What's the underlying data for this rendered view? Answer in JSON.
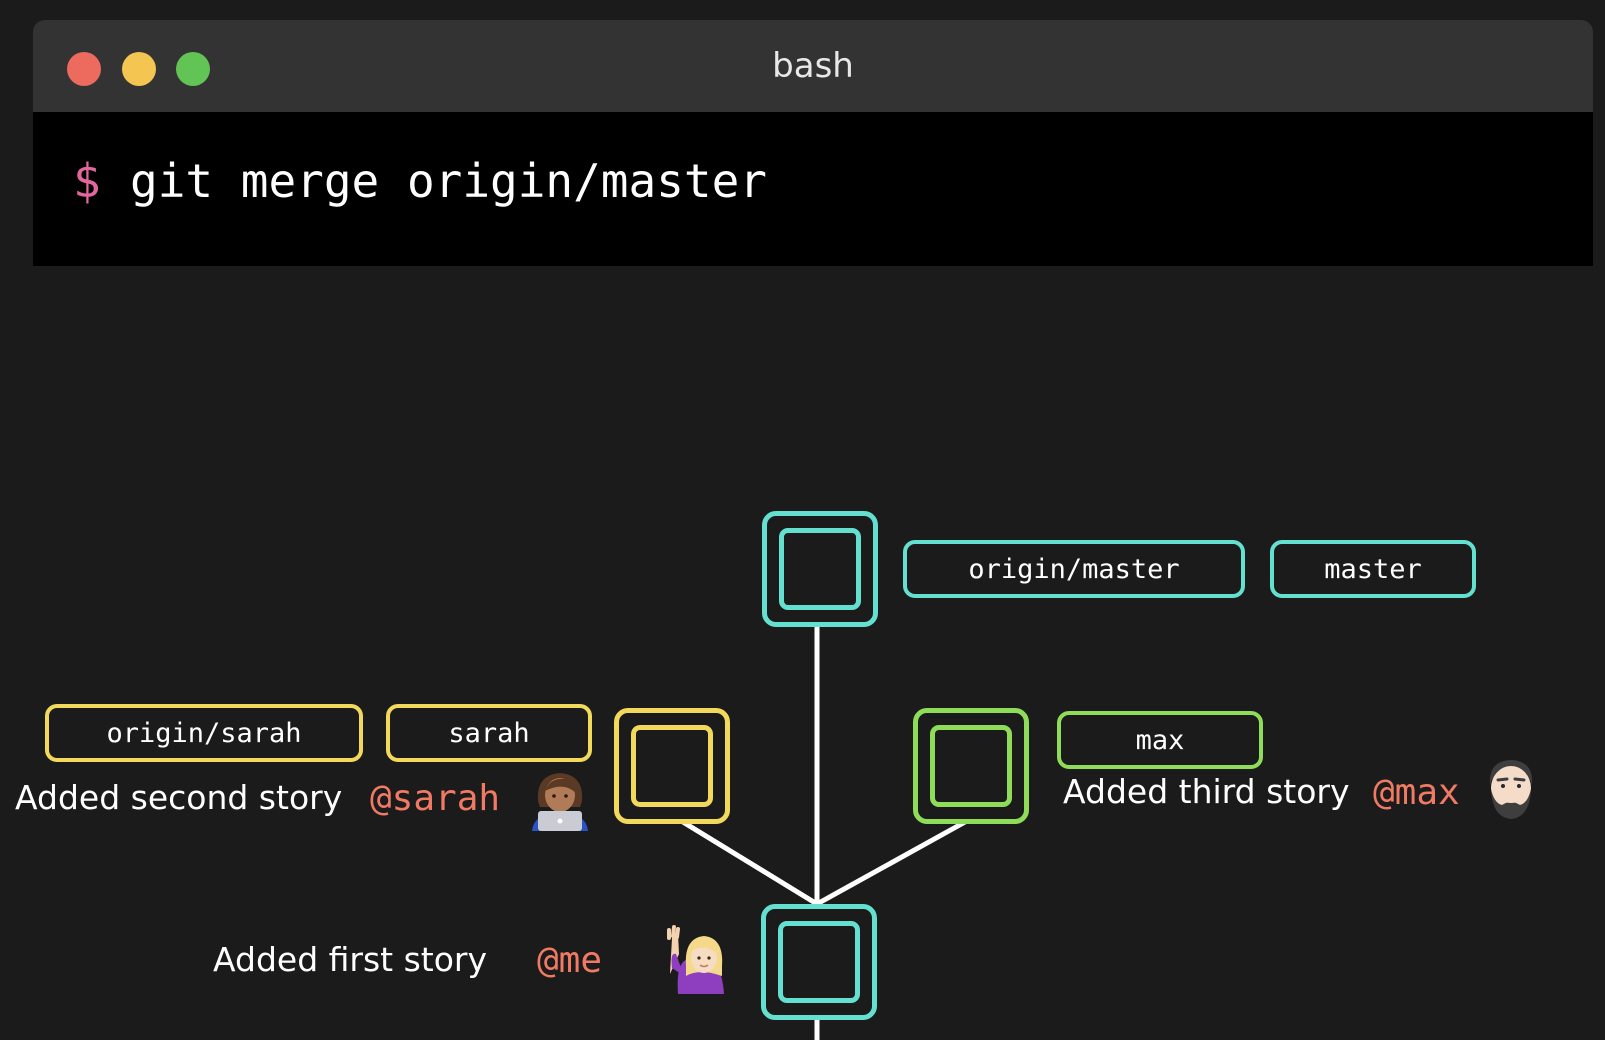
{
  "window": {
    "title": "bash",
    "traffic_lights": {
      "close": "#ec6b5e",
      "minimize": "#f4c551",
      "maximize": "#61c454"
    }
  },
  "terminal": {
    "prompt": "$",
    "prompt_color": "#e2679e",
    "command": "git merge origin/master"
  },
  "colors": {
    "master": "#63e0cf",
    "sarah": "#f2d95c",
    "max": "#8fdc59",
    "author": "#f07a63",
    "edge": "#ffffff"
  },
  "graph": {
    "commits": [
      {
        "id": "first",
        "branch": "master",
        "message": "Added first story",
        "author": "@me",
        "avatar": "raising-hand-icon"
      },
      {
        "id": "sarah",
        "branch": "sarah",
        "message": "Added second story",
        "author": "@sarah",
        "avatar": "technologist-icon"
      },
      {
        "id": "max",
        "branch": "max",
        "message": "Added third story",
        "author": "@max",
        "avatar": "bearded-man-icon"
      },
      {
        "id": "master_tip",
        "branch": "master"
      }
    ],
    "edges": [
      [
        "first",
        "sarah"
      ],
      [
        "first",
        "max"
      ],
      [
        "first",
        "master_tip"
      ]
    ],
    "labels": {
      "origin_master": "origin/master",
      "master": "master",
      "origin_sarah": "origin/sarah",
      "sarah": "sarah",
      "max": "max"
    }
  }
}
